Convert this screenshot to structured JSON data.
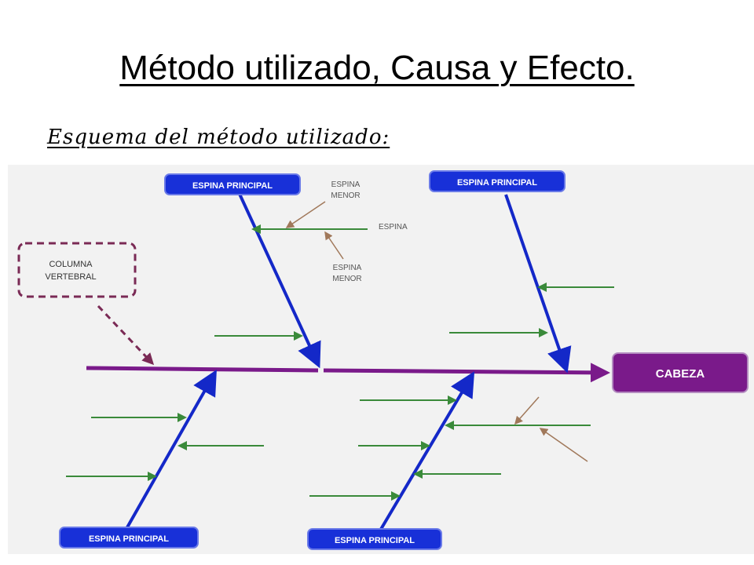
{
  "title": "Método utilizado, Causa y Efecto.",
  "subtitle": "Esquema del método utilizado:",
  "diagram": {
    "spine_label": "COLUMNA VERTEBRAL",
    "spine_label_line1": "COLUMNA",
    "spine_label_line2": "VERTEBRAL",
    "head_label": "CABEZA",
    "main_bone_label": "ESPINA PRINCIPAL",
    "bone_label": "ESPINA",
    "minor_bone_line1": "ESPINA",
    "minor_bone_line2": "MENOR",
    "colors": {
      "spine": "#7a1a8a",
      "head_fill": "#7a1a8a",
      "main_bone": "#1428c8",
      "label_box": "#1830d8",
      "bone": "#3a8a3a",
      "minor_bone": "#a0785a",
      "dashed_box": "#7a2a55",
      "background": "#f2f2f2"
    }
  }
}
